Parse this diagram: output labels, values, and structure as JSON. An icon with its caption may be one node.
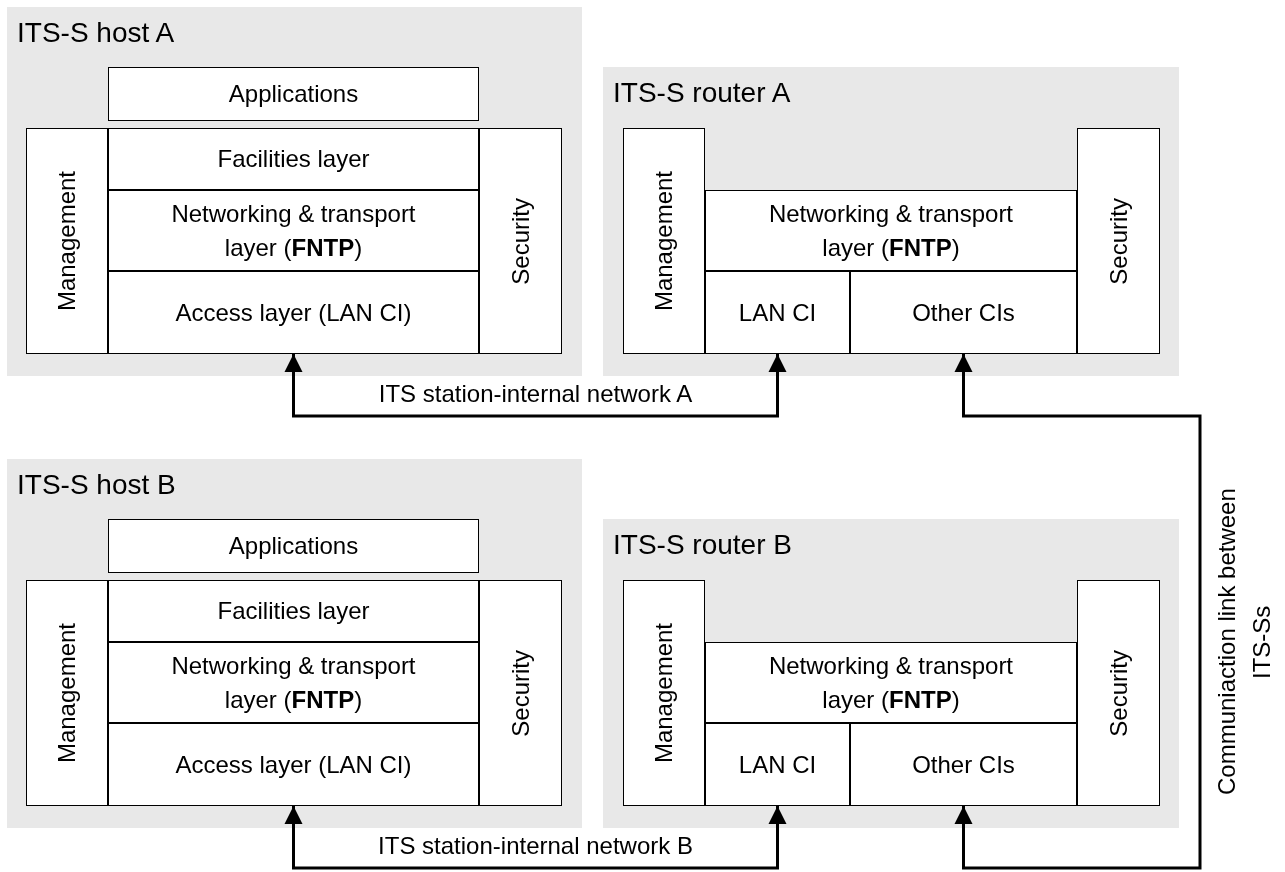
{
  "diagram": {
    "nodes": [
      {
        "text": [
          "ITS-S host A"
        ]
      },
      {
        "text": [
          "Applications"
        ],
        "in": 0
      },
      {
        "text": [
          "Management"
        ],
        "in": 0
      },
      {
        "text": [
          "Facilities layer"
        ],
        "in": 0
      },
      {
        "text": [
          "Networking & transport layer (**FNTP**)"
        ],
        "in": 0
      },
      {
        "text": [
          "Access layer (LAN CI)"
        ],
        "in": 0
      },
      {
        "text": [
          "Security"
        ],
        "in": 0
      },
      {
        "text": [
          "ITS-S router A"
        ]
      },
      {
        "text": [
          "Management"
        ],
        "in": 7
      },
      {
        "text": [
          "Networking & transport layer (**FNTP**)"
        ],
        "in": 7
      },
      {
        "text": [
          "LAN CI"
        ],
        "in": 7
      },
      {
        "text": [
          "Other CIs"
        ],
        "in": 7
      },
      {
        "text": [
          "Security"
        ],
        "in": 7
      },
      {
        "text": [
          "ITS-S host B"
        ]
      },
      {
        "text": [
          "Applications"
        ],
        "in": 13
      },
      {
        "text": [
          "Management"
        ],
        "in": 13
      },
      {
        "text": [
          "Facilities layer"
        ],
        "in": 13
      },
      {
        "text": [
          "Networking & transport layer (**FNTP**)"
        ],
        "in": 13
      },
      {
        "text": [
          "Access layer (LAN CI)"
        ],
        "in": 13
      },
      {
        "text": [
          "Security"
        ],
        "in": 13
      },
      {
        "text": [
          "ITS-S router B"
        ]
      },
      {
        "text": [
          "Management"
        ],
        "in": 20
      },
      {
        "text": [
          "Networking & transport layer (**FNTP**)"
        ],
        "in": 20
      },
      {
        "text": [
          "LAN CI"
        ],
        "in": 20
      },
      {
        "text": [
          "Other CIs"
        ],
        "in": 20
      },
      {
        "text": [
          "Security"
        ],
        "in": 20
      }
    ],
    "edges": [
      {
        "from": 5,
        "to": 10,
        "arrow": "both",
        "label": "ITS station-internal network A"
      },
      {
        "from": 11,
        "to": 24,
        "arrow": "both",
        "label": "Communiaction link between ITS-Ss"
      },
      {
        "from": 18,
        "to": 23,
        "arrow": "both",
        "label": "ITS station-internal network B"
      }
    ]
  }
}
